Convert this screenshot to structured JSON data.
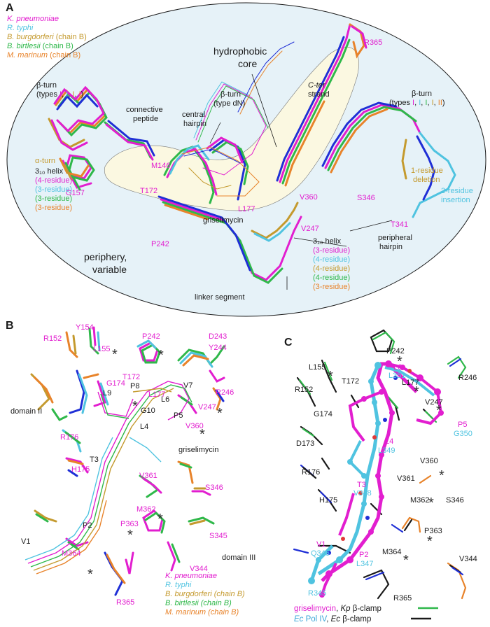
{
  "colors": {
    "kp": "#e21ecf",
    "rt": "#4fc3e0",
    "bb": "#c49a2e",
    "bbir": "#2fb84a",
    "mm": "#e8832a",
    "black": "#1a1a1a",
    "ecpol": "#3aa6d8",
    "ellipse_fill": "#e6f2f8",
    "core_fill": "#fbf8e1"
  },
  "panelA": {
    "label": "A",
    "legend": [
      {
        "org": "K. pneumoniae",
        "chain": ""
      },
      {
        "org": "R. typhi",
        "chain": ""
      },
      {
        "org": "B. burgdorferi",
        "chain": "(chain B)"
      },
      {
        "org": "B. birtlesii",
        "chain": "(chain B)"
      },
      {
        "org": "M. marinum",
        "chain": "(chain B)"
      }
    ],
    "beta_turn_left": {
      "title": "β-turn",
      "types_prefix": "(types ",
      "types": [
        "I",
        "I",
        "I",
        "I"
      ],
      "types_suffix": ")"
    },
    "connective": [
      "connective",
      "peptide"
    ],
    "hydrophobic": [
      "hydrophobic",
      "core"
    ],
    "beta_turn_center": [
      "β-turn",
      "(type dN)"
    ],
    "central_hairpin": [
      "central",
      "hairpin"
    ],
    "cter": [
      "C-ter",
      "strand"
    ],
    "beta_turn_right": {
      "title": "β-turn",
      "types_prefix": "(types ",
      "types": [
        "I",
        "I",
        "I",
        "I",
        "II"
      ],
      "types_suffix": ")"
    },
    "residues": {
      "r365": "R365",
      "m146": "M146",
      "t172": "T172",
      "l177": "L177",
      "v360": "V360",
      "s346": "S346",
      "t341": "T341",
      "g157": "G157",
      "p242": "P242",
      "v247": "V247"
    },
    "deletion": [
      "1-residue",
      "deletion"
    ],
    "insertion": [
      "2-residue",
      "insertion"
    ],
    "alpha_turn": "α-turn",
    "helix_left": {
      "title": "3₁₀ helix",
      "items": [
        "(4-residue)",
        "(3-residue)",
        "(3-residue)",
        "(3-residue)"
      ]
    },
    "helix_right": {
      "title": "3₁₀ helix",
      "items": [
        "(3-residue)",
        "(4-residue)",
        "(4-residue)",
        "(4-residue)",
        "(3-residue)"
      ]
    },
    "griselimycin": "griselimycin",
    "peripheral": [
      "peripheral",
      "hairpin"
    ],
    "periphery": [
      "periphery,",
      "variable"
    ],
    "linker": "linker segment"
  },
  "panelB": {
    "label": "B",
    "residues": {
      "r152": "R152",
      "y154": "Y154",
      "l155": "L155",
      "p242": "P242",
      "d243": "D243",
      "y244": "Y244",
      "t172": "T172",
      "g174": "G174",
      "l177": "L177",
      "r246": "R246",
      "v247": "V247",
      "r176": "R176",
      "v360": "V360",
      "h175": "H175",
      "v361": "V361",
      "s346": "S346",
      "m362": "M362",
      "p363": "P363",
      "s345": "S345",
      "m364": "M364",
      "v344": "V344",
      "r365": "R365"
    },
    "ligand": {
      "p8": "P8",
      "v7": "V7",
      "l9": "L9",
      "l6": "L6",
      "g10": "G10",
      "p5": "P5",
      "l4": "L4",
      "t3": "T3",
      "p2": "P2",
      "v1": "V1"
    },
    "domain2": "domain II",
    "domain3": "domain III",
    "griselimycin": "griselimycin",
    "legend": [
      "K. pneumoniae",
      "R. typhi",
      "B. burgdorferi (chain B)",
      "B. birtlesii (chain B)",
      "M. marinum (chain B)"
    ]
  },
  "panelC": {
    "label": "C",
    "residues": {
      "p242": "P242",
      "l155": "L155",
      "r246": "R246",
      "t172": "T172",
      "l177": "L177",
      "v247": "V247",
      "r152": "R152",
      "g174": "G174",
      "d173": "D173",
      "v360": "V360",
      "r176": "R176",
      "v361": "V361",
      "s346": "S346",
      "h175": "H175",
      "m362": "M362",
      "p363": "P363",
      "m364": "M364",
      "v344": "V344",
      "r365": "R365"
    },
    "pairs": {
      "l6": "L6",
      "l351": "L351",
      "p5": "P5",
      "g350": "G350",
      "l4": "L4",
      "l349": "L349",
      "t3": "T3",
      "v348": "V348",
      "v1": "V1",
      "q346": "Q346",
      "p2": "P2",
      "l347": "L347",
      "r345": "R345"
    },
    "legend1": {
      "grise": "griselimycin",
      "sep": ", ",
      "kp": "Kp",
      "clamp": " β-clamp"
    },
    "legend2": {
      "ec": "Ec",
      "pol": " Pol IV",
      "sep": ", ",
      "ec2": "Ec",
      "clamp": " β-clamp"
    }
  }
}
